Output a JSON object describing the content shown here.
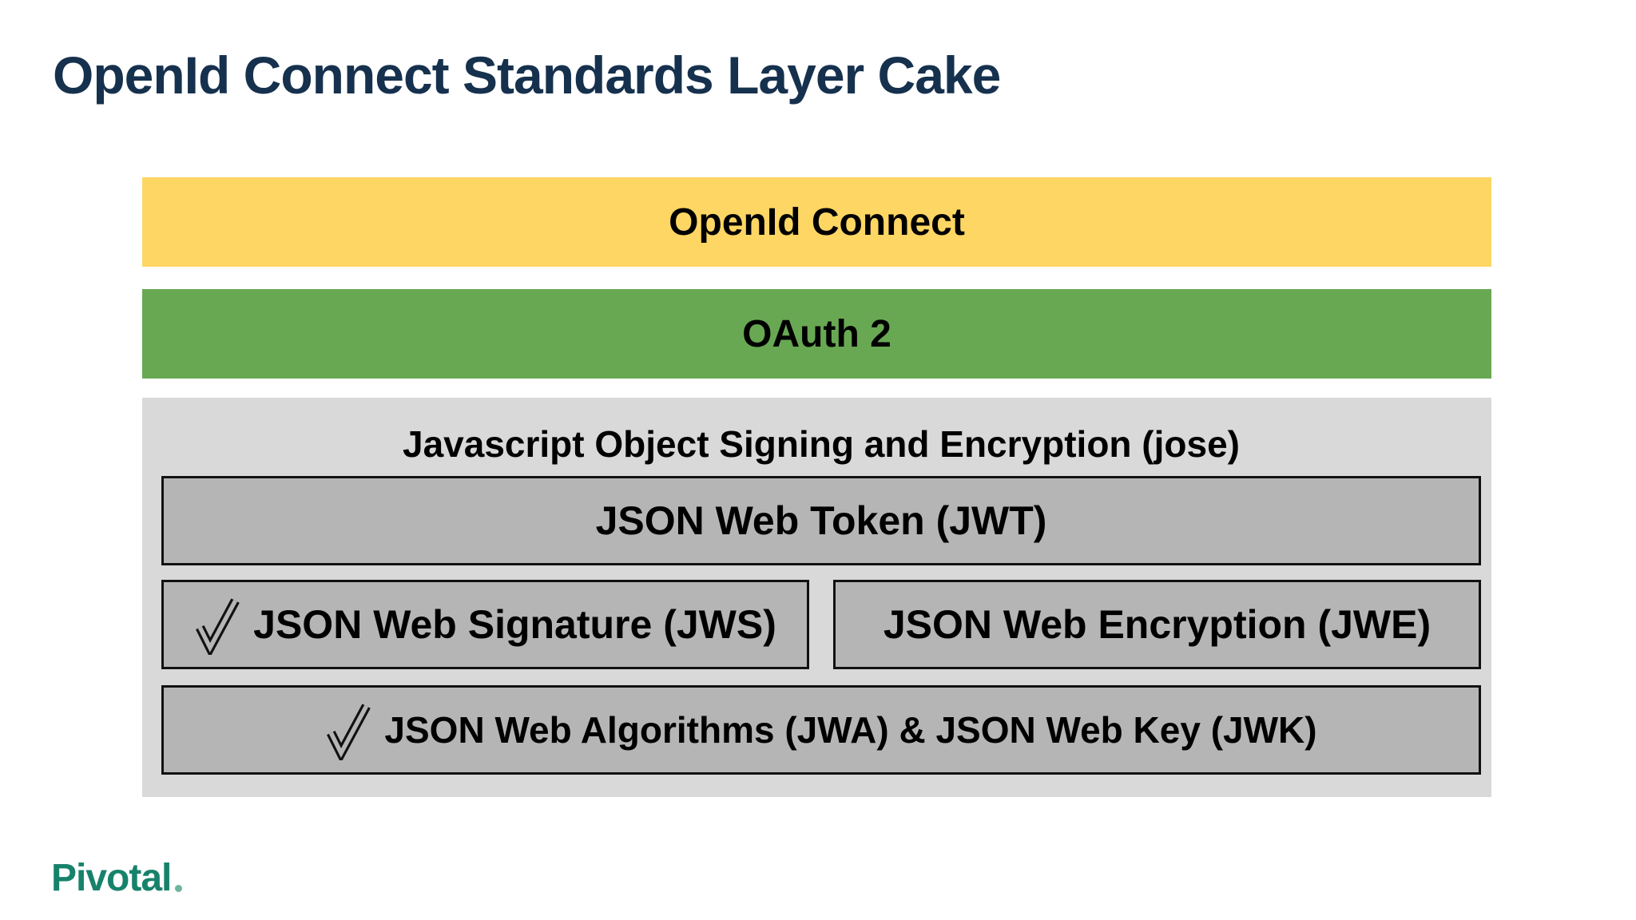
{
  "slide": {
    "title": "OpenId Connect Standards Layer Cake",
    "layers": {
      "openid_connect": {
        "label": "OpenId Connect",
        "color": "#fdd663"
      },
      "oauth2": {
        "label": "OAuth 2",
        "color": "#68a853"
      },
      "jose": {
        "label": "Javascript Object Signing and Encryption (jose)",
        "color": "#d9d9d9",
        "child_color": "#b5b5b5",
        "child_border_color": "#111111",
        "children": {
          "jwt": {
            "label": "JSON Web Token (JWT)",
            "checked": false
          },
          "jws": {
            "label": "JSON Web Signature (JWS)",
            "checked": true
          },
          "jwe": {
            "label": "JSON Web Encryption (JWE)",
            "checked": false
          },
          "jwa_jwk": {
            "label": "JSON Web Algorithms (JWA) & JSON Web Key (JWK)",
            "checked": true
          }
        }
      }
    },
    "footer": {
      "logo_text": "Pivotal"
    },
    "colors": {
      "title_text": "#16314e",
      "box_text": "#000000",
      "logo_text": "#17826b",
      "background": "#ffffff"
    }
  }
}
